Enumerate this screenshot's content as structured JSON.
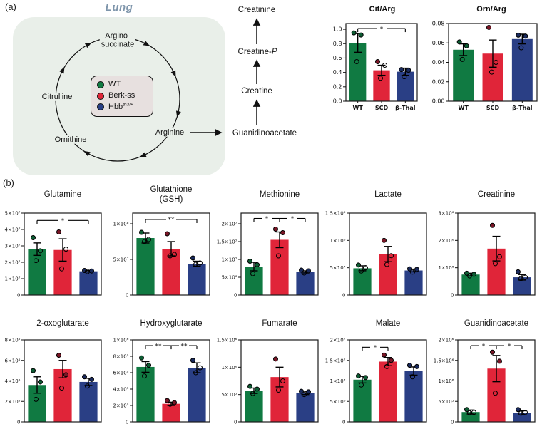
{
  "figure": {
    "panel_a_label": "(a)",
    "panel_b_label": "(b)"
  },
  "colors": {
    "groups": [
      "#107a42",
      "#e02539",
      "#2a3f85"
    ],
    "points": [
      "#0d5c33",
      "#7a1626",
      "#1a2a5c"
    ],
    "panel_bg": "#e9efe9",
    "legend_bg": "#e7e0df",
    "lung_title": "#7e95ab",
    "frame": "#1a1a1a"
  },
  "panel_a": {
    "tissue": "Lung",
    "cycle_labels": [
      "Argino-\nsuccinate",
      "Citrulline",
      "Ornithine",
      "Arginine"
    ],
    "legend": {
      "items": [
        {
          "label": "WT"
        },
        {
          "label": "Berk-ss"
        },
        {
          "label": "Hbb",
          "sup": "th3/+"
        }
      ]
    },
    "pathway": {
      "nodes": [
        {
          "text": "Guanidinoacetate"
        },
        {
          "text": "Creatine"
        },
        {
          "text": "Creatine-",
          "italic": "P"
        },
        {
          "text": "Creatinine"
        }
      ]
    }
  },
  "chart_data": [
    {
      "id": "cit_arg",
      "type": "bar",
      "title": "Cit/Arg",
      "categories": [
        "WT",
        "SCD",
        "β-Thal"
      ],
      "ymax": 1.08,
      "ytick_vals": [
        0,
        0.2,
        0.4,
        0.6,
        0.8,
        1.0
      ],
      "ytick_labels": [
        "0.0",
        "0.2",
        "0.4",
        "0.6",
        "0.8",
        "1.0"
      ],
      "values": [
        0.81,
        0.43,
        0.41
      ],
      "errors": [
        0.13,
        0.07,
        0.05
      ],
      "points": [
        [
          0.95,
          0.92,
          0.55
        ],
        [
          0.55,
          0.5,
          0.32
        ],
        [
          0.44,
          0.43,
          0.34
        ]
      ],
      "open": [
        [
          false,
          false,
          true
        ],
        [
          false,
          true,
          true
        ],
        [
          false,
          false,
          true
        ]
      ],
      "brackets": [
        {
          "from": 0,
          "to": 2,
          "label": "*",
          "y": 1.01
        }
      ]
    },
    {
      "id": "orn_arg",
      "type": "bar",
      "title": "Orn/Arg",
      "categories": [
        "WT",
        "SCD",
        "β-Thal"
      ],
      "ymax": 0.08,
      "ytick_vals": [
        0,
        0.02,
        0.04,
        0.06,
        0.08
      ],
      "ytick_labels": [
        "0.00",
        "0.02",
        "0.04",
        "0.06",
        "0.08"
      ],
      "values": [
        0.053,
        0.049,
        0.064
      ],
      "errors": [
        0.006,
        0.014,
        0.005
      ],
      "points": [
        [
          0.061,
          0.057,
          0.043
        ],
        [
          0.076,
          0.04,
          0.03
        ],
        [
          0.068,
          0.067,
          0.055
        ]
      ],
      "open": [
        [
          false,
          false,
          true
        ],
        [
          false,
          true,
          true
        ],
        [
          false,
          false,
          true
        ]
      ],
      "brackets": []
    },
    {
      "id": "glutamine",
      "type": "bar",
      "title": "Glutamine",
      "categories": [
        "WT",
        "SCD",
        "β-Thal"
      ],
      "ymax": 50000000.0,
      "ytick_vals": [
        0,
        10000000.0,
        20000000.0,
        30000000.0,
        40000000.0,
        50000000.0
      ],
      "ytick_labels": [
        "0",
        "1×10⁷",
        "2×10⁷",
        "3×10⁷",
        "4×10⁷",
        "5×10⁷"
      ],
      "values": [
        28000000.0,
        27500000.0,
        14500000.0
      ],
      "errors": [
        3800000.0,
        6800000.0,
        400000.0
      ],
      "points": [
        [
          35000000.0,
          27000000.0,
          21000000.0
        ],
        [
          38500000.0,
          28000000.0,
          16000000.0
        ],
        [
          15000000.0,
          14700000.0,
          14300000.0
        ]
      ],
      "open": [
        [
          false,
          true,
          true
        ],
        [
          false,
          true,
          true
        ],
        [
          false,
          false,
          true
        ]
      ],
      "brackets": [
        {
          "from": 0,
          "to": 2,
          "label": "*",
          "y": 45500000.0
        }
      ]
    },
    {
      "id": "glutathione",
      "type": "bar",
      "title": "Glutathione\n(GSH)",
      "categories": [
        "WT",
        "SCD",
        "β-Thal"
      ],
      "ymax": 115000000.0,
      "ytick_vals": [
        0,
        50000000.0,
        100000000.0
      ],
      "ytick_labels": [
        "0",
        "5×10⁷",
        "1×10⁸"
      ],
      "values": [
        80000000.0,
        65000000.0,
        44000000.0
      ],
      "errors": [
        7000000.0,
        10000000.0,
        3500000.0
      ],
      "points": [
        [
          88000000.0,
          78000000.0,
          75000000.0
        ],
        [
          86000000.0,
          57000000.0,
          55000000.0
        ],
        [
          52000000.0,
          45000000.0,
          43000000.0
        ]
      ],
      "open": [
        [
          false,
          true,
          true
        ],
        [
          false,
          true,
          true
        ],
        [
          false,
          true,
          true
        ]
      ],
      "brackets": [
        {
          "from": 0,
          "to": 2,
          "label": "**",
          "y": 106000000.0
        }
      ]
    },
    {
      "id": "methionine",
      "type": "bar",
      "title": "Methionine",
      "categories": [
        "WT",
        "SCD",
        "β-Thal"
      ],
      "ymax": 23000000.0,
      "ytick_vals": [
        0,
        5000000.0,
        10000000.0,
        15000000.0,
        20000000.0
      ],
      "ytick_labels": [
        "0",
        "5×10⁶",
        "1×10⁷",
        "1.5×10⁷",
        "2×10⁷"
      ],
      "values": [
        8000000.0,
        15500000.0,
        6500000.0
      ],
      "errors": [
        1200000.0,
        2200000.0,
        300000.0
      ],
      "points": [
        [
          9500000.0,
          8500000.0,
          6000000.0
        ],
        [
          18500000.0,
          17500000.0,
          11000000.0
        ],
        [
          7000000.0,
          6800000.0,
          6200000.0
        ]
      ],
      "open": [
        [
          false,
          false,
          true
        ],
        [
          false,
          false,
          true
        ],
        [
          false,
          false,
          true
        ]
      ],
      "brackets": [
        {
          "from": 0,
          "to": 1,
          "label": "*",
          "y": 21500000.0
        },
        {
          "from": 1,
          "to": 2,
          "label": "*",
          "y": 21500000.0
        }
      ]
    },
    {
      "id": "lactate",
      "type": "bar",
      "title": "Lactate",
      "categories": [
        "WT",
        "SCD",
        "β-Thal"
      ],
      "ymax": 150000000.0,
      "ytick_vals": [
        0,
        50000000.0,
        100000000.0,
        150000000.0
      ],
      "ytick_labels": [
        "0",
        "5×10⁷",
        "1×10⁸",
        "1.5×10⁸"
      ],
      "values": [
        49000000.0,
        75000000.0,
        45000000.0
      ],
      "errors": [
        4500000.0,
        14000000.0,
        2500000.0
      ],
      "points": [
        [
          55000000.0,
          50000000.0,
          44000000.0
        ],
        [
          100000000.0,
          72000000.0,
          56000000.0
        ],
        [
          48000000.0,
          47000000.0,
          42000000.0
        ]
      ],
      "open": [
        [
          false,
          true,
          true
        ],
        [
          false,
          true,
          true
        ],
        [
          false,
          false,
          true
        ]
      ],
      "brackets": []
    },
    {
      "id": "creatinine",
      "type": "bar",
      "title": "Creatinine",
      "categories": [
        "WT",
        "SCD",
        "β-Thal"
      ],
      "ymax": 3000000.0,
      "ytick_vals": [
        0,
        1000000.0,
        2000000.0,
        3000000.0
      ],
      "ytick_labels": [
        "0",
        "1×10⁶",
        "2×10⁶",
        "3×10⁶"
      ],
      "values": [
        750000.0,
        1700000.0,
        650000.0
      ],
      "errors": [
        50000.0,
        450000.0,
        100000.0
      ],
      "points": [
        [
          800000.0,
          760000.0,
          700000.0
        ],
        [
          2550000.0,
          1400000.0,
          1150000.0
        ],
        [
          850000.0,
          650000.0,
          600000.0
        ]
      ],
      "open": [
        [
          false,
          false,
          true
        ],
        [
          false,
          true,
          true
        ],
        [
          false,
          true,
          true
        ]
      ],
      "brackets": []
    },
    {
      "id": "oxoglutarate",
      "type": "bar",
      "title": "2-oxoglutarate",
      "categories": [
        "WT",
        "SCD",
        "β-Thal"
      ],
      "ymax": 800000.0,
      "ytick_vals": [
        0,
        200000.0,
        400000.0,
        600000.0,
        800000.0
      ],
      "ytick_labels": [
        "0",
        "2×10⁵",
        "4×10⁵",
        "6×10⁵",
        "8×10⁵"
      ],
      "values": [
        360000.0,
        515000.0,
        390000.0
      ],
      "errors": [
        80000.0,
        85000.0,
        35000.0
      ],
      "points": [
        [
          500000.0,
          390000.0,
          220000.0
        ],
        [
          650000.0,
          460000.0,
          330000.0
        ],
        [
          440000.0,
          415000.0,
          350000.0
        ]
      ],
      "open": [
        [
          false,
          false,
          true
        ],
        [
          false,
          false,
          true
        ],
        [
          false,
          false,
          true
        ]
      ],
      "brackets": []
    },
    {
      "id": "hydroxyglutarate",
      "type": "bar",
      "title": "Hydroxyglutarate",
      "categories": [
        "WT",
        "SCD",
        "β-Thal"
      ],
      "ymax": 1000000.0,
      "ytick_vals": [
        0,
        200000.0,
        400000.0,
        600000.0,
        800000.0,
        1000000.0
      ],
      "ytick_labels": [
        "0",
        "2×10⁵",
        "4×10⁵",
        "6×10⁵",
        "8×10⁵",
        "1×10⁶"
      ],
      "values": [
        670000.0,
        220000.0,
        660000.0
      ],
      "errors": [
        65000.0,
        20000.0,
        60000.0
      ],
      "points": [
        [
          780000.0,
          690000.0,
          560000.0
        ],
        [
          260000.0,
          235000.0,
          215000.0
        ],
        [
          750000.0,
          660000.0,
          600000.0
        ]
      ],
      "open": [
        [
          false,
          false,
          true
        ],
        [
          false,
          false,
          true
        ],
        [
          false,
          true,
          true
        ]
      ],
      "brackets": [
        {
          "from": 0,
          "to": 1,
          "label": "**",
          "y": 930000.0
        },
        {
          "from": 1,
          "to": 2,
          "label": "**",
          "y": 930000.0
        }
      ]
    },
    {
      "id": "fumarate",
      "type": "bar",
      "title": "Fumarate",
      "categories": [
        "WT",
        "SCD",
        "β-Thal"
      ],
      "ymax": 1500000.0,
      "ytick_vals": [
        0,
        500000.0,
        1000000.0,
        1500000.0
      ],
      "ytick_labels": [
        "0",
        "5×10⁵",
        "1×10⁶",
        "1.5×10⁶"
      ],
      "values": [
        570000.0,
        820000.0,
        530000.0
      ],
      "errors": [
        50000.0,
        180000.0,
        30000.0
      ],
      "points": [
        [
          650000.0,
          600000.0,
          520000.0
        ],
        [
          1150000.0,
          750000.0,
          580000.0
        ],
        [
          560000.0,
          550000.0,
          500000.0
        ]
      ],
      "open": [
        [
          false,
          false,
          true
        ],
        [
          false,
          true,
          true
        ],
        [
          false,
          false,
          true
        ]
      ],
      "brackets": []
    },
    {
      "id": "malate",
      "type": "bar",
      "title": "Malate",
      "categories": [
        "WT",
        "SCD",
        "β-Thal"
      ],
      "ymax": 20000000.0,
      "ytick_vals": [
        0,
        5000000.0,
        10000000.0,
        15000000.0,
        20000000.0
      ],
      "ytick_labels": [
        "0",
        "5×10⁶",
        "1×10⁷",
        "1.5×10⁷",
        "2×10⁷"
      ],
      "values": [
        10300000.0,
        14700000.0,
        12400000.0
      ],
      "errors": [
        800000.0,
        1000000.0,
        1000000.0
      ],
      "points": [
        [
          11200000.0,
          10800000.0,
          9000000.0
        ],
        [
          16300000.0,
          15000000.0,
          13500000.0
        ],
        [
          13800000.0,
          13500000.0,
          11000000.0
        ]
      ],
      "open": [
        [
          false,
          false,
          true
        ],
        [
          false,
          false,
          true
        ],
        [
          false,
          false,
          true
        ]
      ],
      "brackets": [
        {
          "from": 0,
          "to": 1,
          "label": "*",
          "y": 18200000.0
        }
      ]
    },
    {
      "id": "guanidinoacetate",
      "type": "bar",
      "title": "Guanidinoacetate",
      "categories": [
        "WT",
        "SCD",
        "β-Thal"
      ],
      "ymax": 2000000.0,
      "ytick_vals": [
        0,
        500000.0,
        1000000.0,
        1500000.0,
        2000000.0
      ],
      "ytick_labels": [
        "0",
        "5×10⁵",
        "1×10⁶",
        "1.5×10⁶",
        "2×10⁶"
      ],
      "values": [
        240000.0,
        1300000.0,
        220000.0
      ],
      "errors": [
        50000.0,
        320000.0,
        50000.0
      ],
      "points": [
        [
          300000.0,
          230000.0,
          220000.0
        ],
        [
          1700000.0,
          1480000.0,
          700000.0
        ],
        [
          300000.0,
          230000.0,
          210000.0
        ]
      ],
      "open": [
        [
          false,
          true,
          true
        ],
        [
          false,
          false,
          true
        ],
        [
          false,
          true,
          true
        ]
      ],
      "brackets": [
        {
          "from": 0,
          "to": 1,
          "label": "*",
          "y": 1860000.0
        },
        {
          "from": 1,
          "to": 2,
          "label": "*",
          "y": 1860000.0
        }
      ]
    }
  ]
}
